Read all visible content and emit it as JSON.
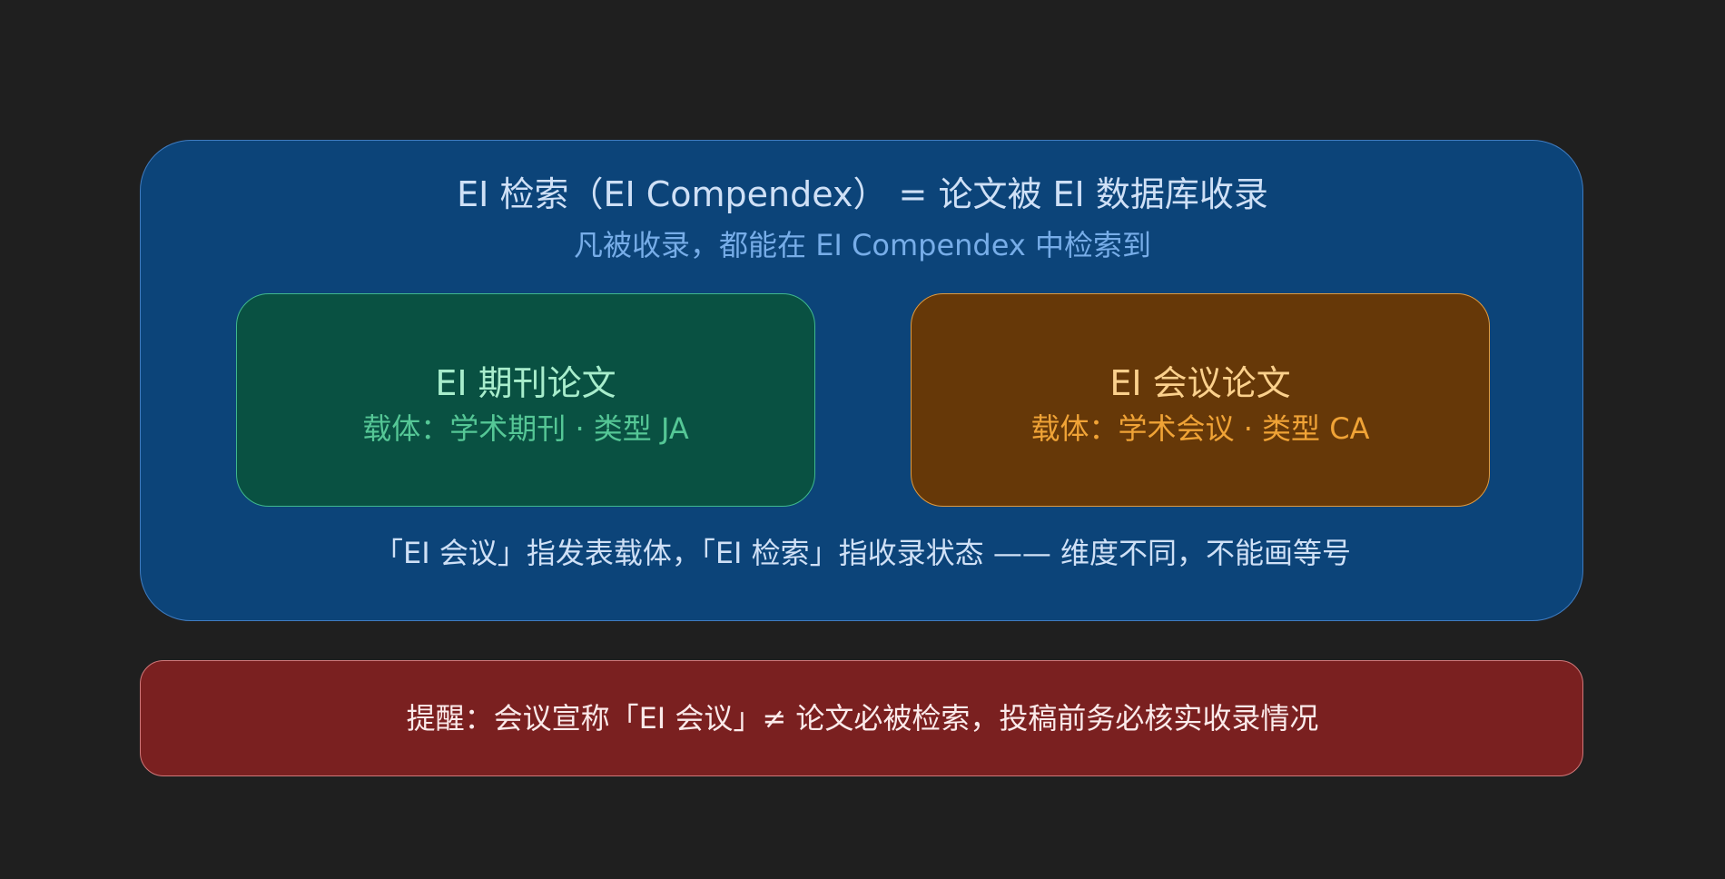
{
  "outer": {
    "title": "EI 检索（EI Compendex） =  论文被 EI 数据库收录",
    "subtitle": "凡被收录，都能在 EI Compendex 中检索到",
    "note": "「EI 会议」指发表载体，「EI 检索」指收录状态 —— 维度不同，不能画等号",
    "color": "#0c4479"
  },
  "cards": {
    "journal": {
      "title": "EI 期刊论文",
      "subtitle": "载体：学术期刊 · 类型 JA",
      "color": "#095142"
    },
    "conference": {
      "title": "EI 会议论文",
      "subtitle": "载体：学术会议 · 类型 CA",
      "color": "#663808"
    }
  },
  "warning": {
    "text": "提醒：会议宣称「EI 会议」≠ 论文必被检索，投稿前务必核实收录情况",
    "color": "#7a2020"
  }
}
